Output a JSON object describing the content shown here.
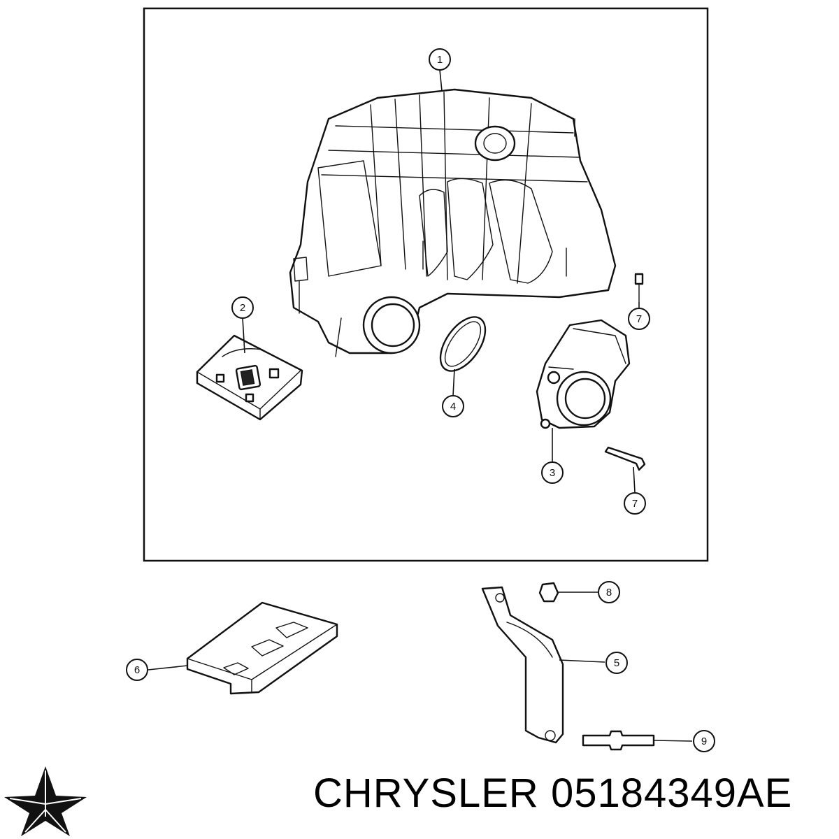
{
  "callouts": [
    {
      "id": "1",
      "label": "1"
    },
    {
      "id": "2",
      "label": "2"
    },
    {
      "id": "3",
      "label": "3"
    },
    {
      "id": "4",
      "label": "4"
    },
    {
      "id": "5",
      "label": "5"
    },
    {
      "id": "6",
      "label": "6"
    },
    {
      "id": "7a",
      "label": "7"
    },
    {
      "id": "7b",
      "label": "7"
    },
    {
      "id": "8",
      "label": "8"
    },
    {
      "id": "9",
      "label": "9"
    }
  ],
  "footer": {
    "brand": "CHRYSLER",
    "part_number": "05184349AE",
    "logo_icon": "chrysler-star-icon"
  },
  "colors": {
    "line": "#111111",
    "background": "#ffffff"
  }
}
